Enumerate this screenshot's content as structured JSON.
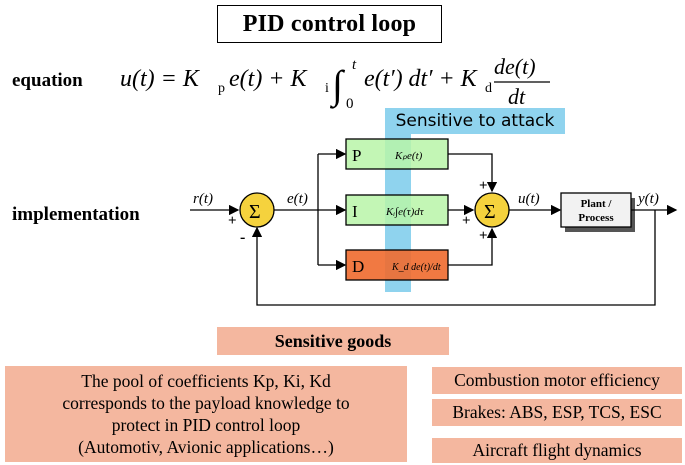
{
  "title": "PID control loop",
  "labels": {
    "equation": "equation",
    "implementation": "implementation"
  },
  "equation": {
    "lhs": "u(t) = K",
    "p_sub": "p",
    "e_t": "e(t) + K",
    "i_sub": "i",
    "int_upper": "t",
    "int_lower": "0",
    "integrand": "e(t′) dt′ + K",
    "d_sub": "d",
    "frac_num": "de(t)",
    "frac_den": "dt"
  },
  "sensitive_attack": "Sensitive to attack",
  "sensitive_goods": "Sensitive goods",
  "diagram": {
    "input": "r(t)",
    "error": "e(t)",
    "control": "u(t)",
    "output": "y(t)",
    "sum_symbol": "Σ",
    "plus": "+",
    "minus": "-",
    "p_letter": "P",
    "p_formula": "Kₚe(t)",
    "i_letter": "I",
    "i_formula": "Kᵢ∫e(τ)dτ",
    "d_letter": "D",
    "d_formula": "K_d de(t)/dt",
    "plant_line1": "Plant /",
    "plant_line2": "Process"
  },
  "pool": {
    "line1": "The pool of coefficients Kp, Ki, Kd",
    "line2": "corresponds to the payload knowledge to",
    "line3": "protect in PID control loop",
    "line4": "(Automotiv, Avionic applications…)"
  },
  "applications": [
    "Combustion motor efficiency",
    "Brakes: ABS, ESP, TCS, ESC",
    "Aircraft flight dynamics"
  ],
  "colors": {
    "p_block": "#b9f5a8",
    "i_block": "#b9f5a8",
    "d_block": "#f06a2e",
    "sum_node": "#f5d23d",
    "highlight_blue": "#8fd3ee",
    "highlight_salmon": "#f4b79f"
  }
}
